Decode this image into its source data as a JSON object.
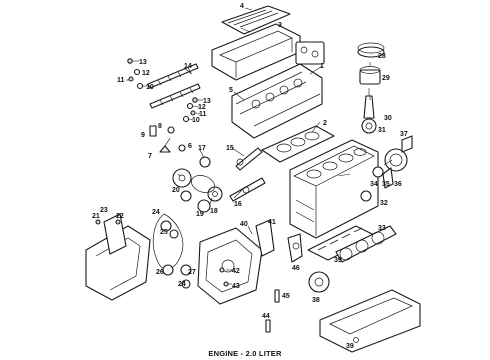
{
  "diagram": {
    "caption": "ENGINE - 2.0 LITER",
    "callouts": [
      "1",
      "2",
      "3",
      "4",
      "5",
      "6",
      "7",
      "8",
      "9",
      "10",
      "11",
      "12",
      "13",
      "14",
      "15",
      "16",
      "17",
      "18",
      "19",
      "20",
      "21",
      "22",
      "23",
      "24",
      "25",
      "26",
      "27",
      "28",
      "29",
      "30",
      "31",
      "32",
      "33",
      "34",
      "35",
      "36",
      "37",
      "38",
      "39",
      "40",
      "41",
      "42",
      "43",
      "44",
      "45",
      "46"
    ]
  }
}
